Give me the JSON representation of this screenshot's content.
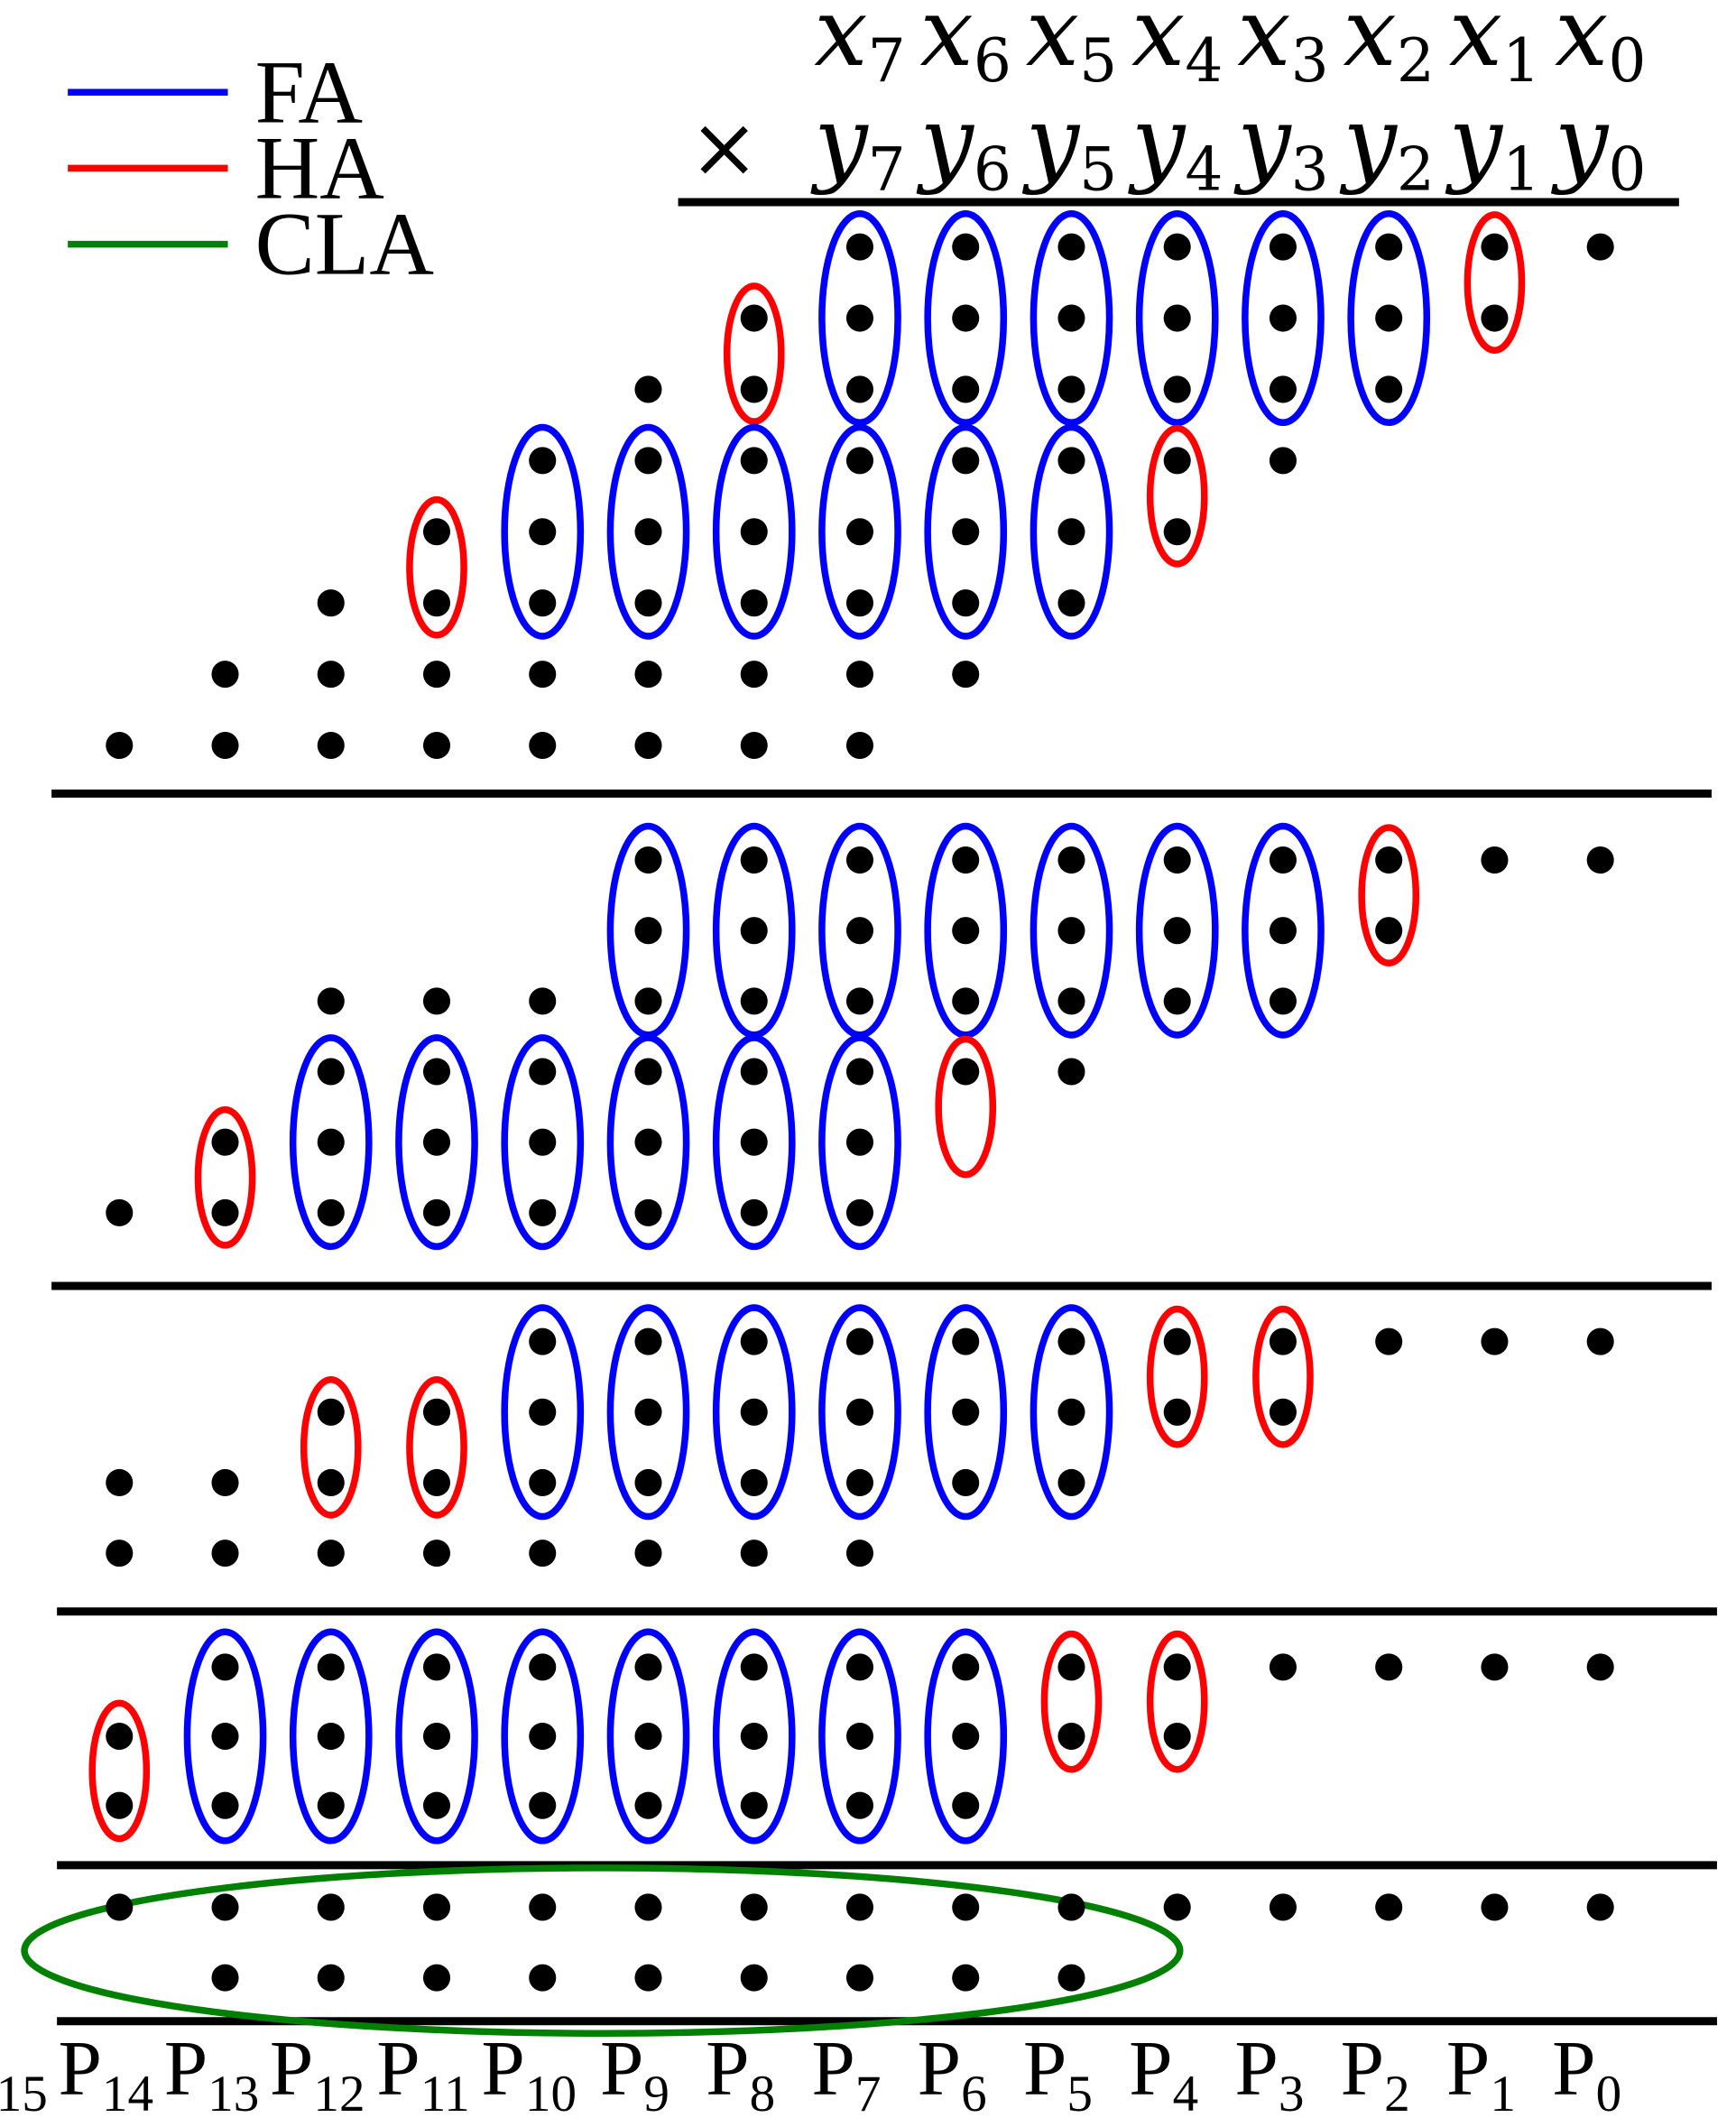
{
  "legend": [
    {
      "label": "FA",
      "color": "#0000ff"
    },
    {
      "label": "HA",
      "color": "#ff0000"
    },
    {
      "label": "CLA",
      "color": "#008000"
    }
  ],
  "operand_x": [
    {
      "base": "x",
      "sub": "7"
    },
    {
      "base": "x",
      "sub": "6"
    },
    {
      "base": "x",
      "sub": "5"
    },
    {
      "base": "x",
      "sub": "4"
    },
    {
      "base": "x",
      "sub": "3"
    },
    {
      "base": "x",
      "sub": "2"
    },
    {
      "base": "x",
      "sub": "1"
    },
    {
      "base": "x",
      "sub": "0"
    }
  ],
  "operand_y": [
    {
      "base": "y",
      "sub": "7"
    },
    {
      "base": "y",
      "sub": "6"
    },
    {
      "base": "y",
      "sub": "5"
    },
    {
      "base": "y",
      "sub": "4"
    },
    {
      "base": "y",
      "sub": "3"
    },
    {
      "base": "y",
      "sub": "2"
    },
    {
      "base": "y",
      "sub": "1"
    },
    {
      "base": "y",
      "sub": "0"
    }
  ],
  "multiply_sign": "×",
  "product_bits": [
    {
      "base": "P",
      "sub": "15"
    },
    {
      "base": "P",
      "sub": "14"
    },
    {
      "base": "P",
      "sub": "13"
    },
    {
      "base": "P",
      "sub": "12"
    },
    {
      "base": "P",
      "sub": "11"
    },
    {
      "base": "P",
      "sub": "10"
    },
    {
      "base": "P",
      "sub": "9"
    },
    {
      "base": "P",
      "sub": "8"
    },
    {
      "base": "P",
      "sub": "7"
    },
    {
      "base": "P",
      "sub": "6"
    },
    {
      "base": "P",
      "sub": "5"
    },
    {
      "base": "P",
      "sub": "4"
    },
    {
      "base": "P",
      "sub": "3"
    },
    {
      "base": "P",
      "sub": "2"
    },
    {
      "base": "P",
      "sub": "1"
    },
    {
      "base": "P",
      "sub": "0"
    }
  ],
  "stages": [
    {
      "rows": [
        {
          "from": 7,
          "to": 0
        },
        {
          "from": 8,
          "to": 1
        },
        {
          "from": 9,
          "to": 2
        },
        {
          "from": 10,
          "to": 3
        },
        {
          "from": 11,
          "to": 4
        },
        {
          "from": 12,
          "to": 5
        },
        {
          "from": 13,
          "to": 6
        },
        {
          "from": 14,
          "to": 7
        }
      ],
      "groups": [
        {
          "type": "FA",
          "col": 7,
          "row": 0,
          "n": 3
        },
        {
          "type": "FA",
          "col": 6,
          "row": 0,
          "n": 3
        },
        {
          "type": "FA",
          "col": 5,
          "row": 0,
          "n": 3
        },
        {
          "type": "FA",
          "col": 4,
          "row": 0,
          "n": 3
        },
        {
          "type": "FA",
          "col": 3,
          "row": 0,
          "n": 3
        },
        {
          "type": "FA",
          "col": 2,
          "row": 0,
          "n": 3
        },
        {
          "type": "HA",
          "col": 1,
          "row": 0,
          "n": 2
        },
        {
          "type": "HA",
          "col": 8,
          "row": 1,
          "n": 2
        },
        {
          "type": "FA",
          "col": 10,
          "row": 3,
          "n": 3
        },
        {
          "type": "FA",
          "col": 9,
          "row": 3,
          "n": 3
        },
        {
          "type": "FA",
          "col": 8,
          "row": 3,
          "n": 3
        },
        {
          "type": "FA",
          "col": 7,
          "row": 3,
          "n": 3
        },
        {
          "type": "FA",
          "col": 6,
          "row": 3,
          "n": 3
        },
        {
          "type": "FA",
          "col": 5,
          "row": 3,
          "n": 3
        },
        {
          "type": "HA",
          "col": 4,
          "row": 3,
          "n": 2
        },
        {
          "type": "HA",
          "col": 11,
          "row": 4,
          "n": 2
        }
      ]
    },
    {
      "rows": [
        {
          "from": 9,
          "to": 0
        },
        {
          "from": 9,
          "to": 2
        },
        {
          "from": 12,
          "to": 3
        },
        {
          "from": 12,
          "to": 5
        },
        {
          "from": 13,
          "to": 7
        },
        {
          "from": 14,
          "to": 7
        }
      ],
      "groups": [
        {
          "type": "FA",
          "col": 9,
          "row": 0,
          "n": 3
        },
        {
          "type": "FA",
          "col": 8,
          "row": 0,
          "n": 3
        },
        {
          "type": "FA",
          "col": 7,
          "row": 0,
          "n": 3
        },
        {
          "type": "FA",
          "col": 6,
          "row": 0,
          "n": 3
        },
        {
          "type": "FA",
          "col": 5,
          "row": 0,
          "n": 3
        },
        {
          "type": "FA",
          "col": 4,
          "row": 0,
          "n": 3
        },
        {
          "type": "FA",
          "col": 3,
          "row": 0,
          "n": 3
        },
        {
          "type": "HA",
          "col": 2,
          "row": 0,
          "n": 2
        },
        {
          "type": "FA",
          "col": 12,
          "row": 3,
          "n": 3
        },
        {
          "type": "FA",
          "col": 11,
          "row": 3,
          "n": 3
        },
        {
          "type": "FA",
          "col": 10,
          "row": 3,
          "n": 3
        },
        {
          "type": "FA",
          "col": 9,
          "row": 3,
          "n": 3
        },
        {
          "type": "FA",
          "col": 8,
          "row": 3,
          "n": 3
        },
        {
          "type": "FA",
          "col": 7,
          "row": 3,
          "n": 3
        },
        {
          "type": "HA",
          "col": 6,
          "row": 3,
          "n": 2
        },
        {
          "type": "HA",
          "col": 13,
          "row": 4,
          "n": 2
        }
      ]
    },
    {
      "rows": [
        {
          "from": 10,
          "to": 0
        },
        {
          "from": 12,
          "to": 3
        },
        {
          "from": 14,
          "to": 5
        },
        {
          "from": 14,
          "to": 7
        }
      ],
      "groups": [
        {
          "type": "FA",
          "col": 10,
          "row": 0,
          "n": 3
        },
        {
          "type": "FA",
          "col": 9,
          "row": 0,
          "n": 3
        },
        {
          "type": "FA",
          "col": 8,
          "row": 0,
          "n": 3
        },
        {
          "type": "FA",
          "col": 7,
          "row": 0,
          "n": 3
        },
        {
          "type": "FA",
          "col": 6,
          "row": 0,
          "n": 3
        },
        {
          "type": "FA",
          "col": 5,
          "row": 0,
          "n": 3
        },
        {
          "type": "HA",
          "col": 4,
          "row": 0,
          "n": 2
        },
        {
          "type": "HA",
          "col": 3,
          "row": 0,
          "n": 2
        },
        {
          "type": "HA",
          "col": 12,
          "row": 1,
          "n": 2
        },
        {
          "type": "HA",
          "col": 11,
          "row": 1,
          "n": 2
        }
      ]
    },
    {
      "rows": [
        {
          "from": 13,
          "to": 0
        },
        {
          "from": 14,
          "to": 4
        },
        {
          "from": 14,
          "to": 6
        }
      ],
      "groups": [
        {
          "type": "FA",
          "col": 13,
          "row": 0,
          "n": 3
        },
        {
          "type": "FA",
          "col": 12,
          "row": 0,
          "n": 3
        },
        {
          "type": "FA",
          "col": 11,
          "row": 0,
          "n": 3
        },
        {
          "type": "FA",
          "col": 10,
          "row": 0,
          "n": 3
        },
        {
          "type": "FA",
          "col": 9,
          "row": 0,
          "n": 3
        },
        {
          "type": "FA",
          "col": 8,
          "row": 0,
          "n": 3
        },
        {
          "type": "FA",
          "col": 7,
          "row": 0,
          "n": 3
        },
        {
          "type": "FA",
          "col": 6,
          "row": 0,
          "n": 3
        },
        {
          "type": "HA",
          "col": 5,
          "row": 0,
          "n": 2
        },
        {
          "type": "HA",
          "col": 4,
          "row": 0,
          "n": 2
        },
        {
          "type": "HA",
          "col": 14,
          "row": 1,
          "n": 2
        }
      ]
    },
    {
      "rows": [
        {
          "from": 14,
          "to": 0
        },
        {
          "from": 13,
          "to": 5
        }
      ],
      "groups": [
        {
          "type": "CLA",
          "from": 14,
          "to": 5
        }
      ]
    }
  ]
}
